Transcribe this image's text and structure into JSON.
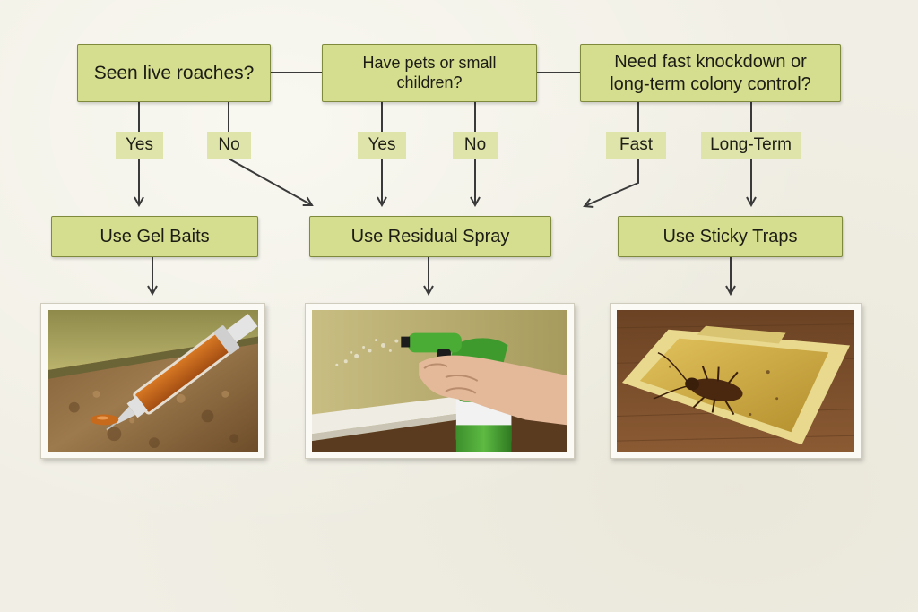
{
  "questions": {
    "roaches": "Seen live roaches?",
    "pets": "Have pets or small children?",
    "knockdown_line1": "Need fast knockdown or",
    "knockdown_line2": "long-term colony control?"
  },
  "answers": {
    "roaches_yes": "Yes",
    "roaches_no": "No",
    "pets_yes": "Yes",
    "pets_no": "No",
    "fast": "Fast",
    "long_term": "Long-Term"
  },
  "outcomes": {
    "gel_baits": "Use Gel Baits",
    "residual_spray": "Use Residual Spray",
    "sticky_traps": "Use Sticky Traps"
  },
  "colors": {
    "box_fill": "#d5dd8e",
    "box_border": "#7f8a3c",
    "tag_fill": "#dfe4ab",
    "connector": "#3a3a3a",
    "background": "#f1efe5"
  },
  "icons": {
    "gel": "gel-bait-syringe-photo",
    "spray": "spray-bottle-photo",
    "trap": "sticky-trap-with-roach-photo"
  }
}
